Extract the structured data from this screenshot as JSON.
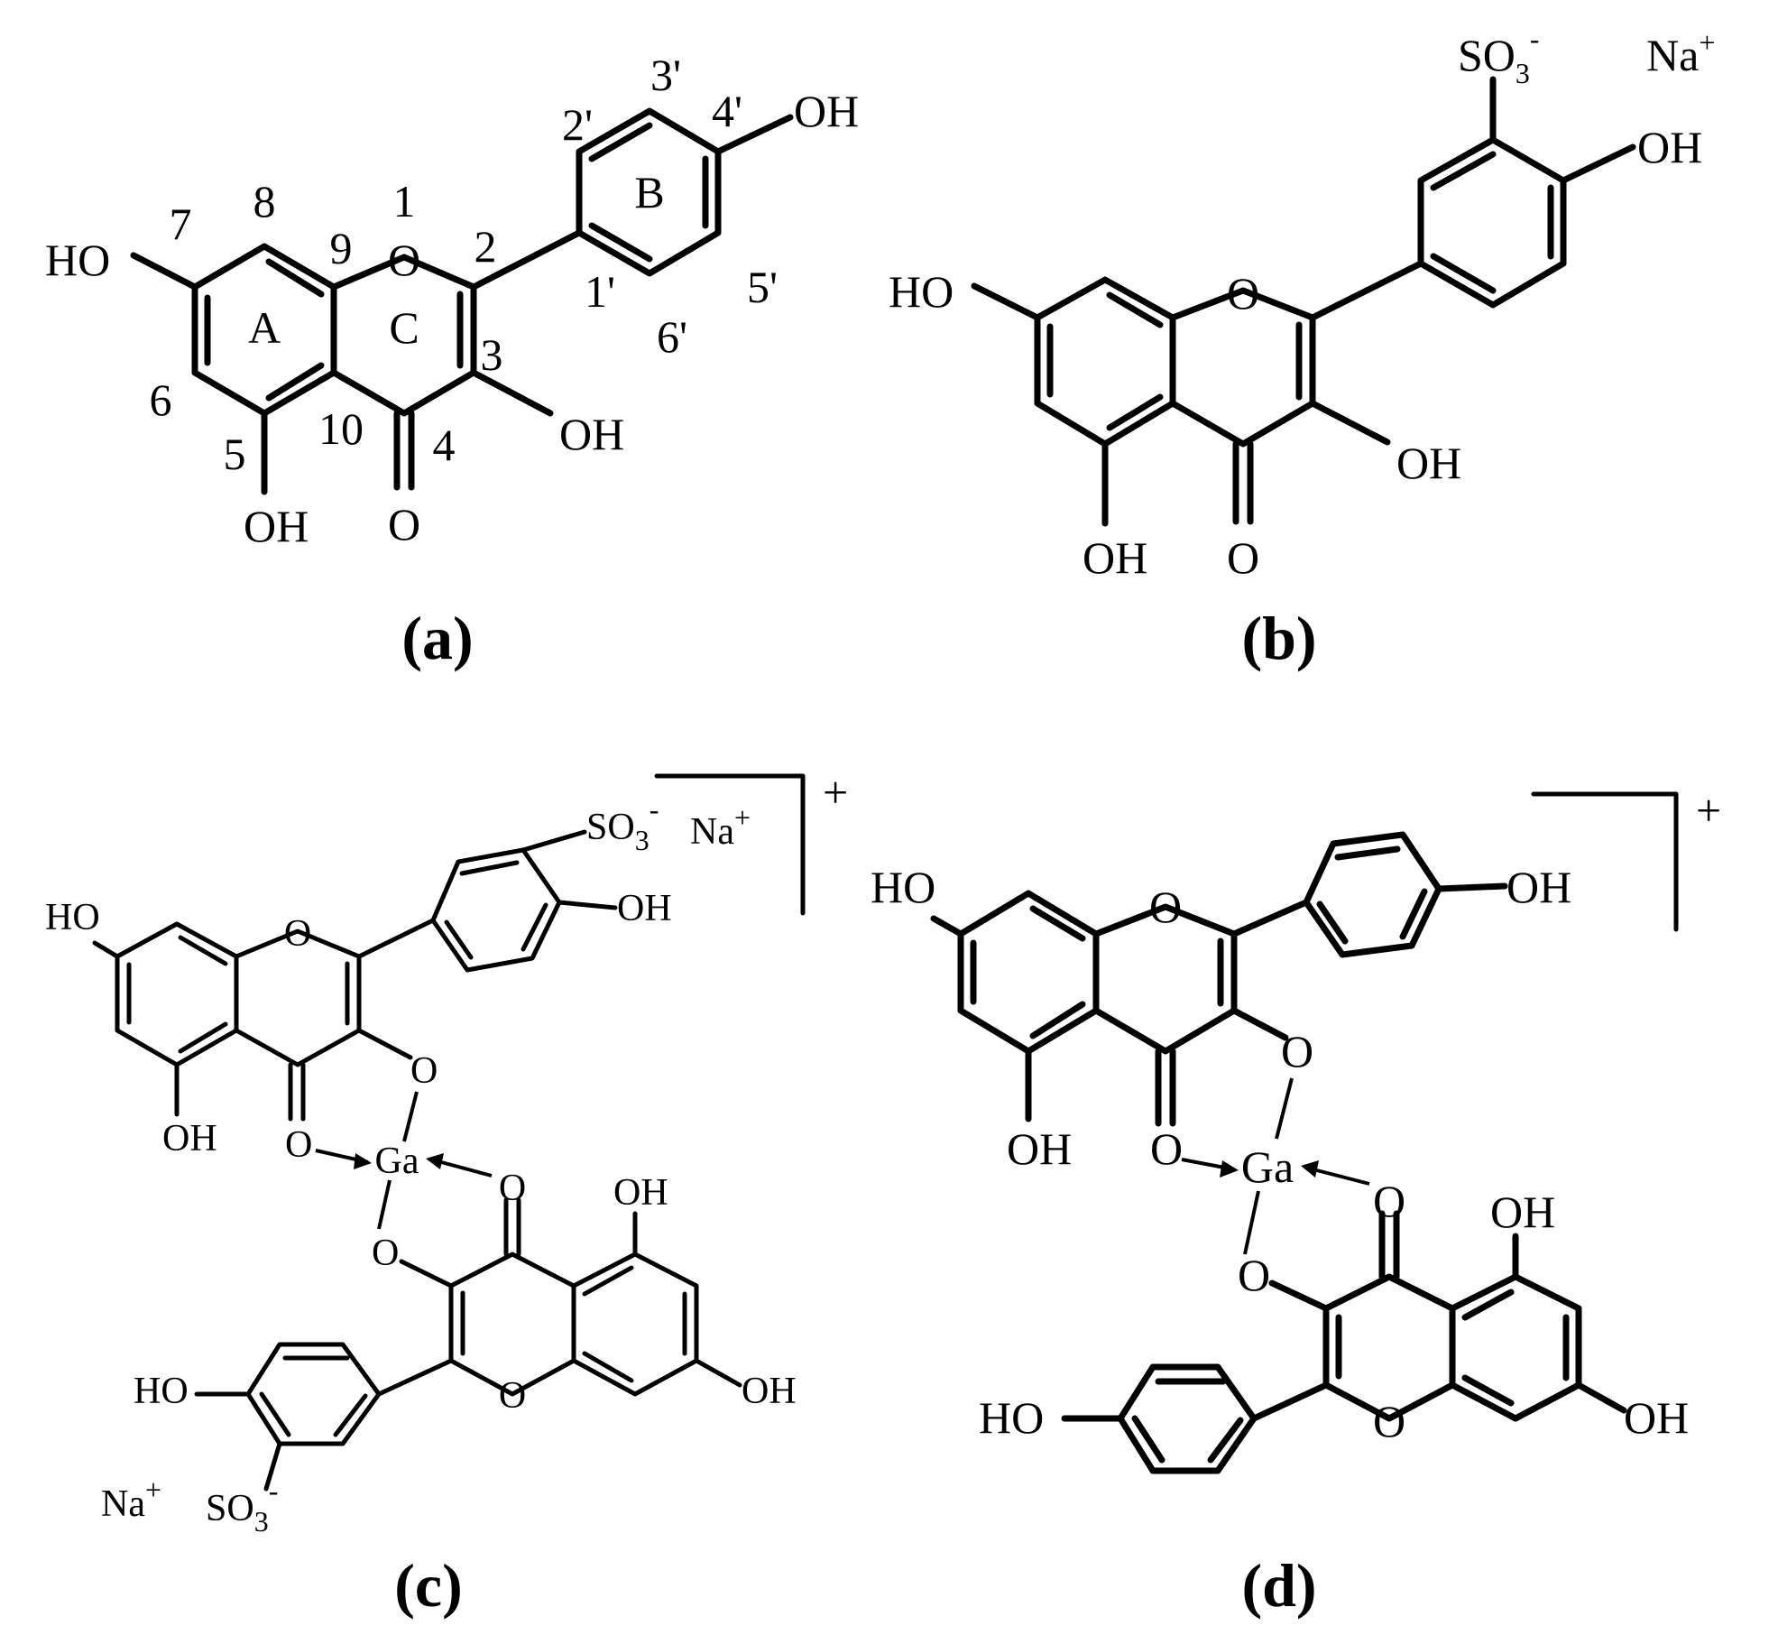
{
  "panels": [
    {
      "id": "a",
      "label": "(a)",
      "groups": {
        "oh_7": "HO",
        "oh_5": "OH",
        "oh_3": "OH",
        "oh_4p": "OH",
        "ring_o": "O",
        "carbonyl_o": "O"
      },
      "ring_labels": {
        "A": "A",
        "B": "B",
        "C": "C"
      },
      "position_numbers": {
        "p1": "1",
        "p2": "2",
        "p3": "3",
        "p4": "4",
        "p5": "5",
        "p6": "6",
        "p7": "7",
        "p8": "8",
        "p9": "9",
        "p10": "10",
        "p1p": "1'",
        "p2p": "2'",
        "p3p": "3'",
        "p4p": "4'",
        "p5p": "5'",
        "p6p": "6'"
      }
    },
    {
      "id": "b",
      "label": "(b)",
      "groups": {
        "oh_7": "HO",
        "oh_5": "OH",
        "oh_3": "OH",
        "oh_4p": "OH",
        "ring_o": "O",
        "carbonyl_o": "O",
        "so3": "SO",
        "so3_sub": "3",
        "so3_charge": "-",
        "na": "Na",
        "na_charge": "+"
      }
    },
    {
      "id": "c",
      "label": "(c)",
      "charge": "+",
      "metal": "Ga",
      "groups": {
        "top_oh_7": "HO",
        "top_oh_5": "OH",
        "top_oh_4p": "OH",
        "top_ring_o": "O",
        "top_o3": "O",
        "top_carbonyl_o": "O",
        "top_so3": "SO",
        "top_so3_sub": "3",
        "top_so3_charge": "-",
        "top_na": "Na",
        "top_na_charge": "+",
        "bot_oh_5": "OH",
        "bot_oh_7": "OH",
        "bot_ho_4p": "HO",
        "bot_ring_o": "O",
        "bot_o3": "O",
        "bot_carbonyl_o": "O",
        "bot_so3": "SO",
        "bot_so3_sub": "3",
        "bot_so3_charge": "-",
        "bot_na": "Na",
        "bot_na_charge": "+"
      }
    },
    {
      "id": "d",
      "label": "(d)",
      "charge": "+",
      "metal": "Ga",
      "groups": {
        "top_oh_7": "HO",
        "top_oh_5": "OH",
        "top_oh_4p": "OH",
        "top_ring_o": "O",
        "top_o3": "O",
        "top_carbonyl_o": "O",
        "bot_oh_5": "OH",
        "bot_oh_7": "OH",
        "bot_ho_4p": "HO",
        "bot_ring_o": "O",
        "bot_o3": "O",
        "bot_carbonyl_o": "O"
      }
    }
  ]
}
